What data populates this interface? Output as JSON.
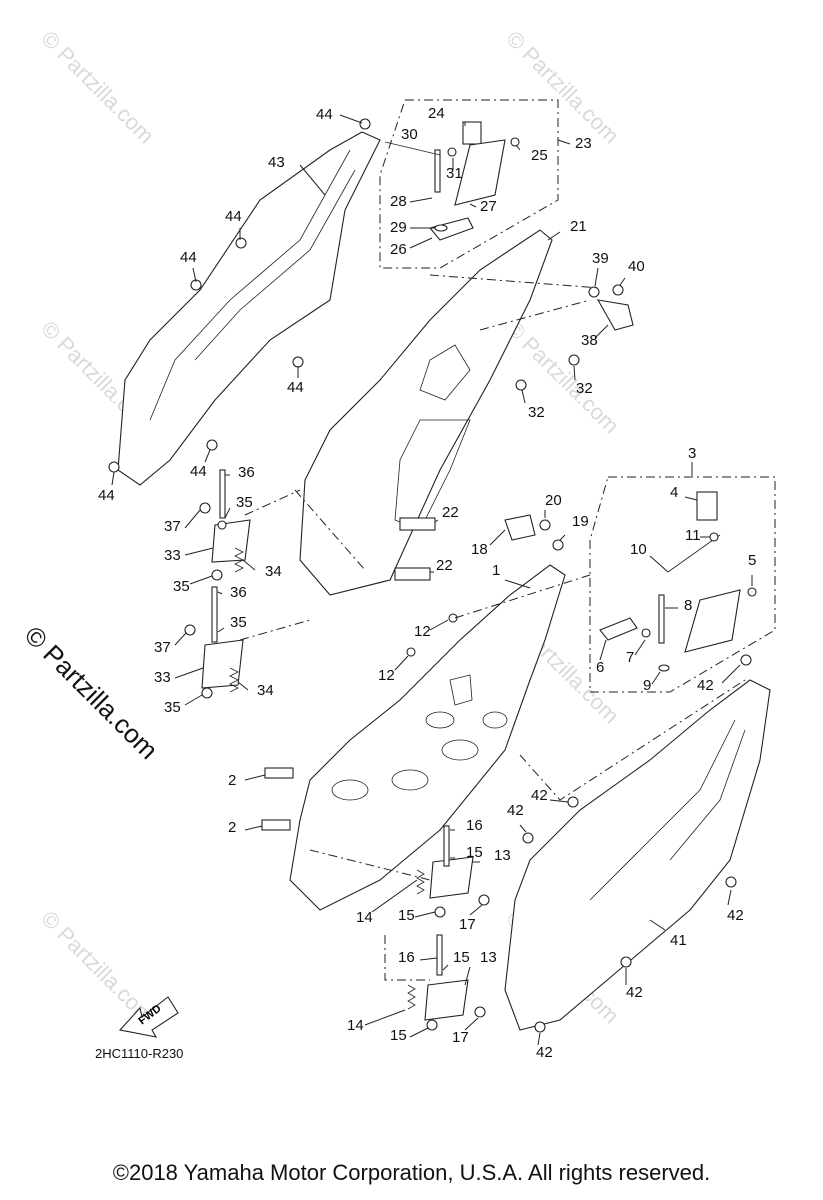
{
  "watermark": "© Partzilla.com",
  "diagram_code": "2HC1110-R230",
  "fwd_label": "FWD",
  "footer": "©2018  Yamaha Motor Corporation, U.S.A. All rights reserved.",
  "callouts": [
    "1",
    "2",
    "3",
    "4",
    "5",
    "6",
    "7",
    "8",
    "9",
    "10",
    "11",
    "12",
    "13",
    "14",
    "15",
    "16",
    "17",
    "18",
    "19",
    "20",
    "21",
    "22",
    "23",
    "24",
    "25",
    "26",
    "27",
    "28",
    "29",
    "30",
    "31",
    "32",
    "33",
    "34",
    "35",
    "36",
    "37",
    "38",
    "39",
    "40",
    "41",
    "42",
    "43",
    "44"
  ]
}
